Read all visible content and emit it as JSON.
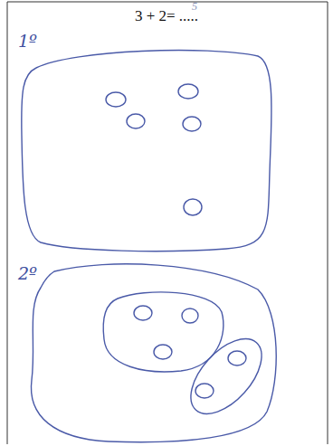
{
  "diagram": {
    "title": "3 + 2= .....",
    "nodes": [
      {
        "text": [
          "1º"
        ]
      },
      {
        "text": [
          "2º"
        ]
      }
    ],
    "labels": [
      "5"
    ]
  }
}
